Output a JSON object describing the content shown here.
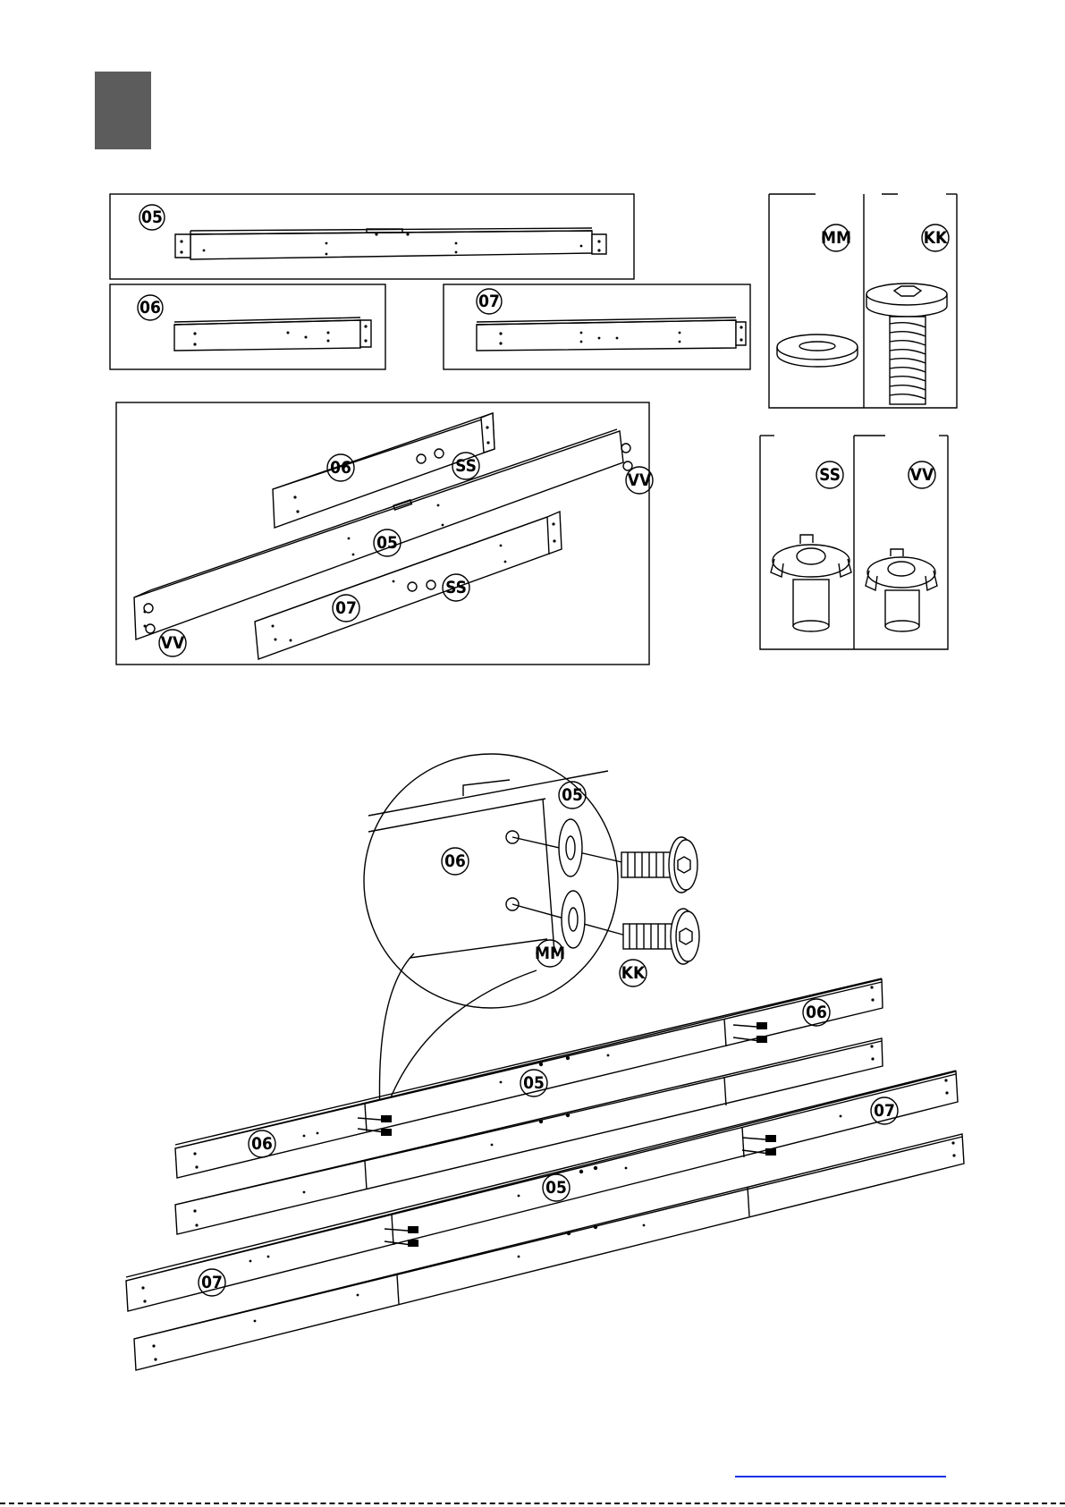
{
  "step": {
    "marker_color": "#5c5c5c"
  },
  "parts": {
    "p05": "05",
    "p06": "06",
    "p07": "07"
  },
  "hardware": {
    "washer": "MM",
    "bolt": "KK",
    "tnut_a": "SS",
    "tnut_b": "VV"
  },
  "colors": {
    "link_line": "#1a33e6",
    "ink": "#000000"
  }
}
